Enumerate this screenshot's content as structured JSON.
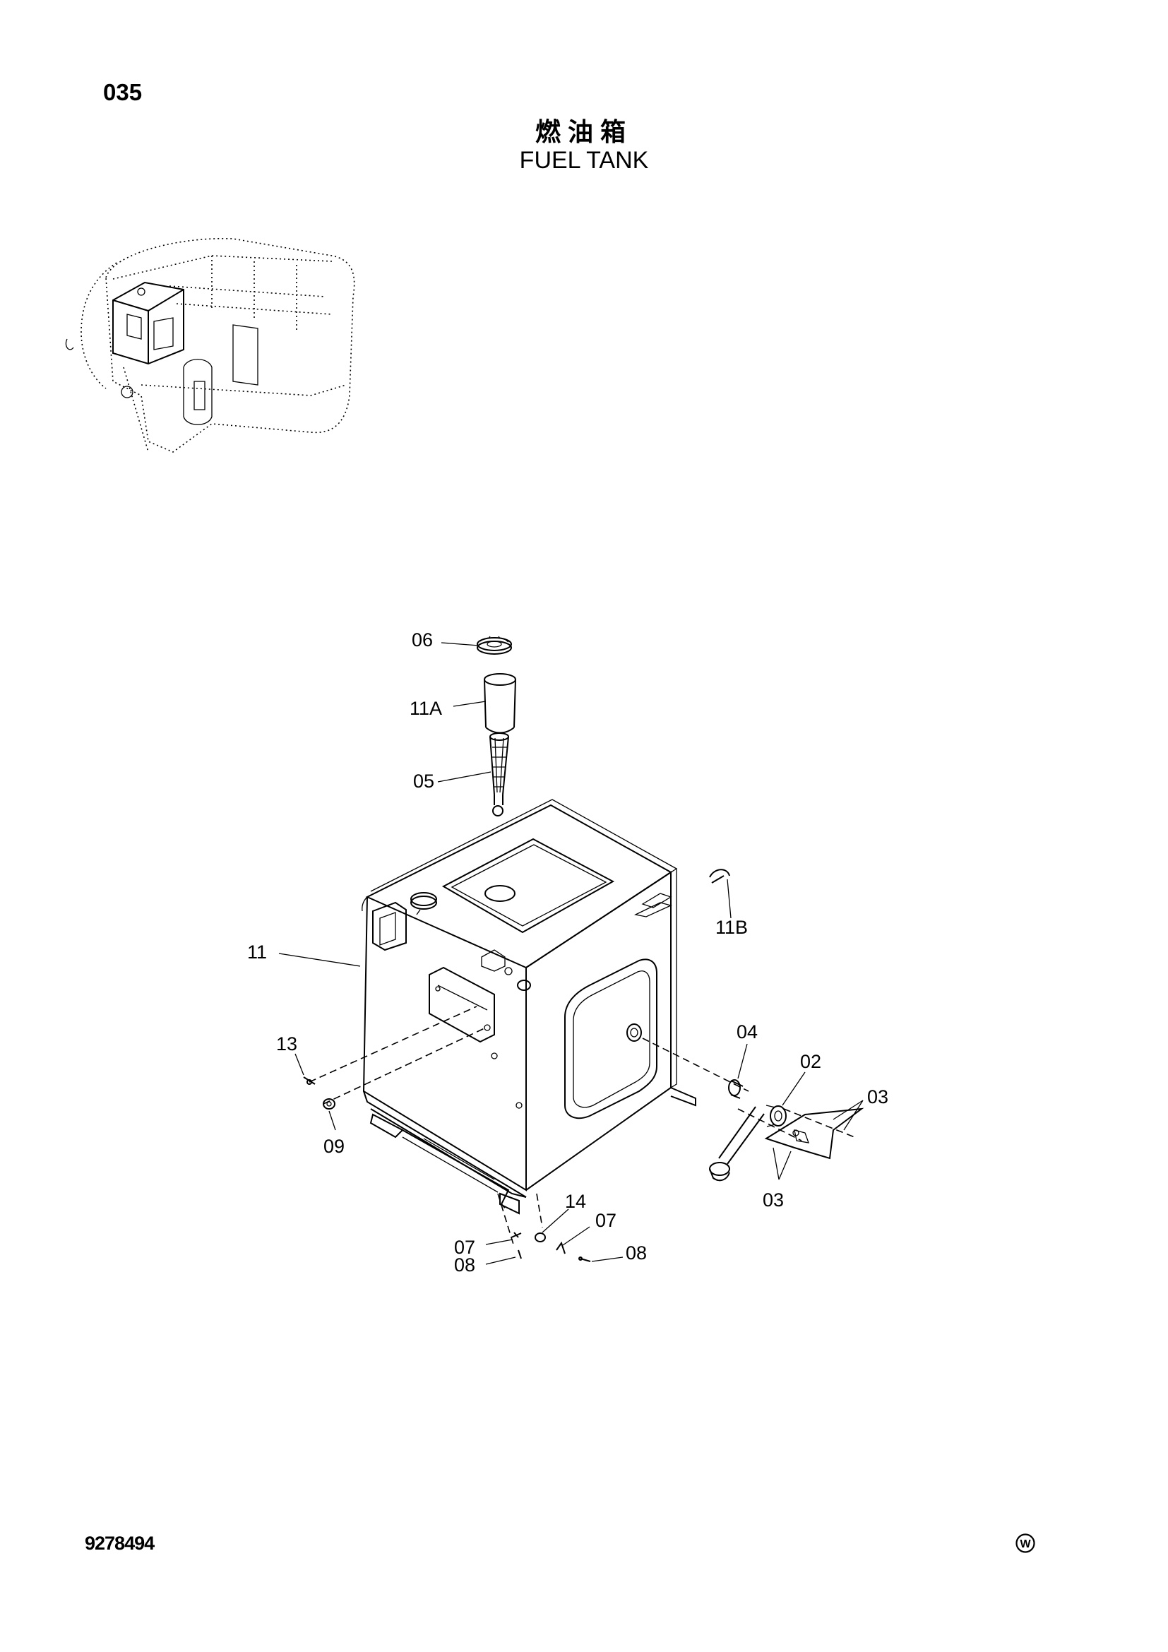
{
  "page_number": "035",
  "title_cn": "燃油箱",
  "title_en": "FUEL TANK",
  "doc_number": "9278494",
  "mark": "W",
  "callouts": {
    "c06": "06",
    "c11A": "11A",
    "c05": "05",
    "c11B": "11B",
    "c11": "11",
    "c13": "13",
    "c09": "09",
    "c04": "04",
    "c02": "02",
    "c03a": "03",
    "c03b": "03",
    "c14": "14",
    "c07a": "07",
    "c07b": "07",
    "c08a": "08",
    "c08b": "08"
  }
}
